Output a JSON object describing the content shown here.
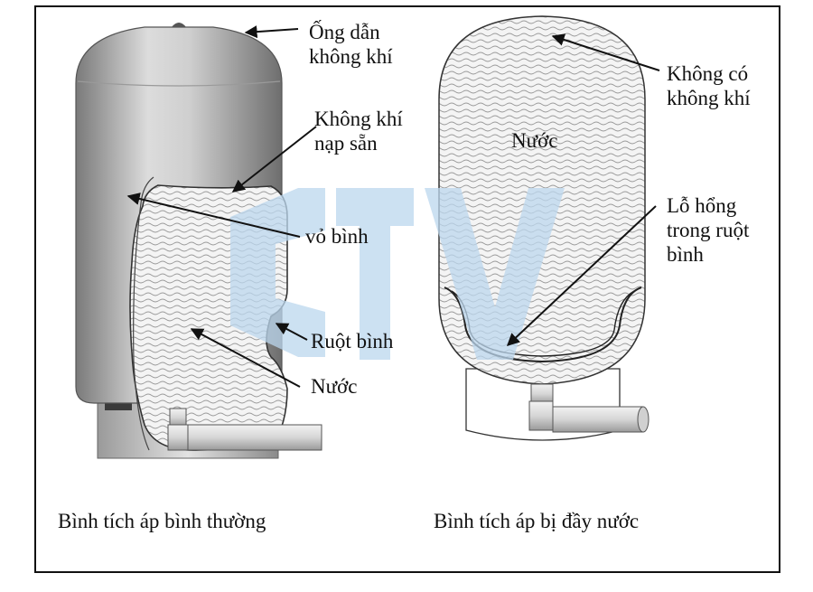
{
  "left_tank": {
    "caption": "Bình tích áp bình thường",
    "labels": {
      "air_valve_line1": "Ống dẫn",
      "air_valve_line2": "không khí",
      "precharge_line1": "Không khí",
      "precharge_line2": "nạp sẵn",
      "shell": "vỏ bình",
      "bladder": "Ruột bình",
      "water": "Nước"
    }
  },
  "right_tank": {
    "caption": "Bình tích áp bị đầy nước",
    "labels": {
      "water": "Nước",
      "no_air_line1": "Không có",
      "no_air_line2": "không khí",
      "hole_line1": "Lỗ hổng",
      "hole_line2": "trong ruột",
      "hole_line3": "bình"
    }
  },
  "colors": {
    "shell_dark": "#8c8c8c",
    "shell_light": "#e6e6e6",
    "watermark": "#bcd7ee",
    "frame": "#111111"
  }
}
